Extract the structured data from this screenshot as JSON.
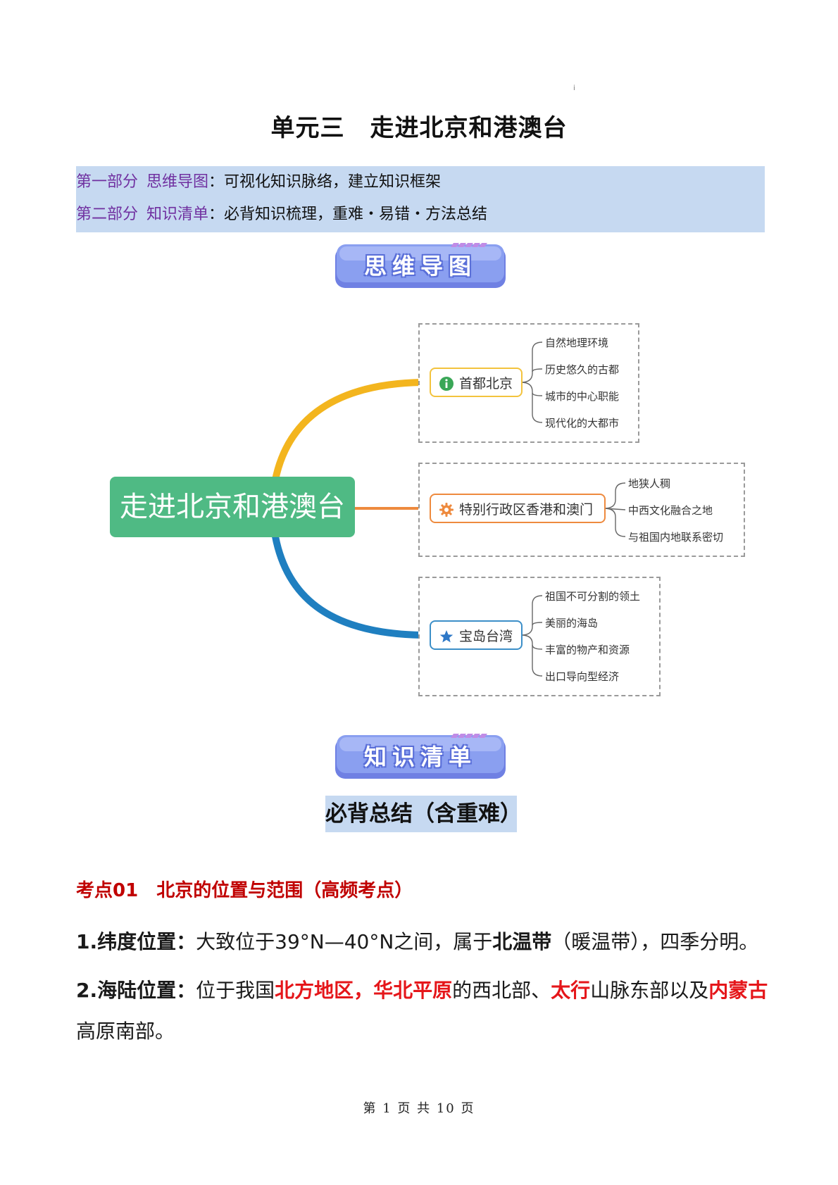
{
  "header_mark": "i",
  "title": {
    "unit": "单元三",
    "name": "走进北京和港澳台"
  },
  "intro": {
    "part1_label": "第一部分",
    "part1_name": "思维导图",
    "part1_colon": "：",
    "part1_text": "可视化知识脉络，建立知识框架",
    "part2_label": "第二部分",
    "part2_name": "知识清单",
    "part2_colon": "：",
    "part2_text": "必背知识梳理，重难・易错・方法总结"
  },
  "banners": {
    "mindmap": "思维导图",
    "knowledge": "知识清单"
  },
  "mindmap": {
    "root": "走进北京和港澳台",
    "branches": [
      {
        "label": "首都北京",
        "icon": "info-icon",
        "color": "#f3b51e",
        "leaves": [
          "自然地理环境",
          "历史悠久的古都",
          "城市的中心职能",
          "现代化的大都市"
        ]
      },
      {
        "label": "特别行政区香港和澳门",
        "icon": "gear-icon",
        "color": "#ee8a3e",
        "leaves": [
          "地狭人稠",
          "中西文化融合之地",
          "与祖国内地联系密切"
        ]
      },
      {
        "label": "宝岛台湾",
        "icon": "star-icon",
        "color": "#1f7fc0",
        "leaves": [
          "祖国不可分割的领土",
          "美丽的海岛",
          "丰富的物产和资源",
          "出口导向型经济"
        ]
      }
    ]
  },
  "summary_title": "必背总结（含重难）",
  "keypoint": {
    "number": "考点01",
    "title": "北京的位置与范围（高频考点）"
  },
  "paragraphs": {
    "p1": {
      "label": "1.纬度位置：",
      "t1": "大致位于39°N—40°N之间，属于",
      "b1": "北温带",
      "t2": "（暖温带），四季分明。"
    },
    "p2": {
      "label": "2.海陆位置：",
      "t1": "位于我国",
      "r1": "北方地区，华北平原",
      "t2": "的西北部、",
      "r2": "太行",
      "t3": "山脉东部以及",
      "r3": "内蒙古",
      "t4": "高原南部。"
    }
  },
  "footer": "第 1 页 共 10 页",
  "colors": {
    "accent_purple": "#7030a0",
    "highlight_blue": "#c6d9f1",
    "keypoint_red": "#c00000",
    "emphasis_red": "#e5161a",
    "root_green": "#4fba84",
    "banner_purple": "#8a9ff0"
  }
}
